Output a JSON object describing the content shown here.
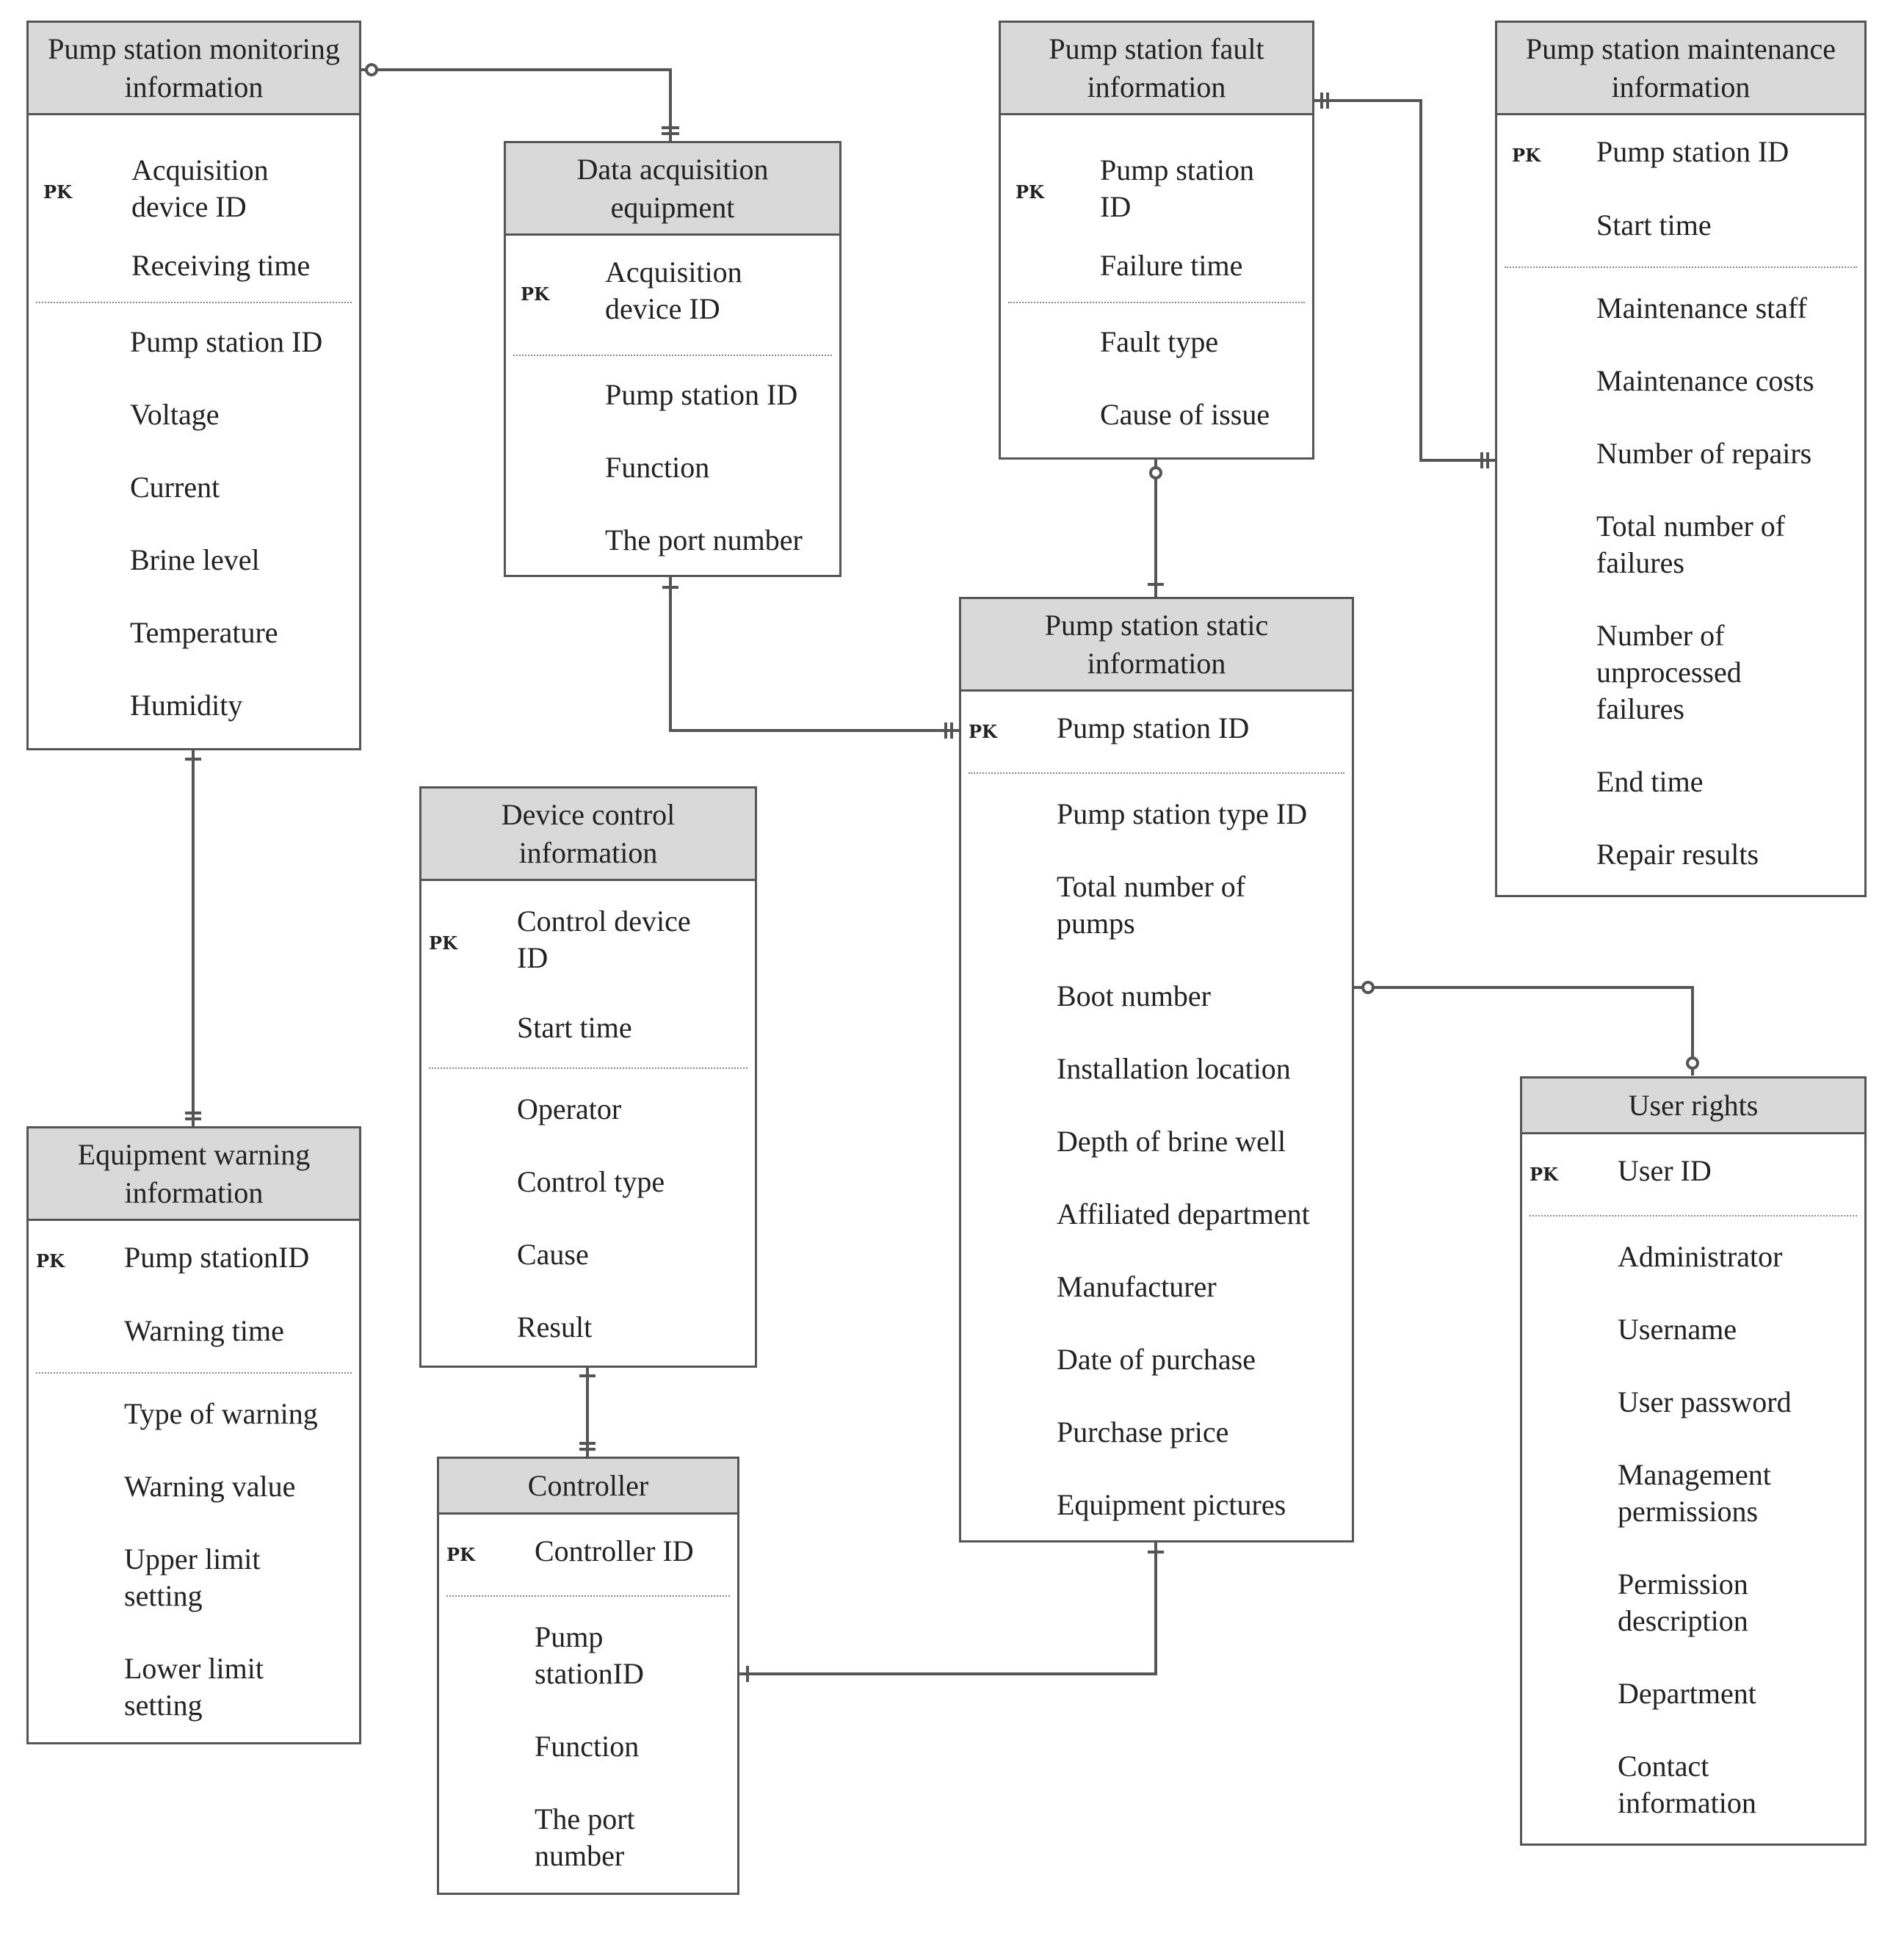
{
  "entities": {
    "monitoring": {
      "title": "Pump station monitoring\ninformation",
      "pk_label": "PK",
      "keys": [
        "Acquisition\ndevice ID",
        "Receiving time"
      ],
      "fields": [
        "Pump station ID",
        "Voltage",
        "Current",
        "Brine level",
        "Temperature",
        "Humidity"
      ]
    },
    "acquisition": {
      "title": "Data acquisition\nequipment",
      "pk_label": "PK",
      "keys": [
        "Acquisition\ndevice ID"
      ],
      "fields": [
        "Pump station ID",
        "Function",
        "The port number"
      ]
    },
    "fault": {
      "title": "Pump station fault\ninformation",
      "pk_label": "PK",
      "keys": [
        "Pump station\nID",
        "Failure time"
      ],
      "fields": [
        "Fault type",
        "Cause of issue"
      ]
    },
    "maintenance": {
      "title": "Pump station maintenance\ninformation",
      "pk_label": "PK",
      "keys": [
        "Pump station ID",
        "Start time"
      ],
      "fields": [
        "Maintenance staff",
        "Maintenance costs",
        "Number of repairs",
        "Total number of\nfailures",
        "Number of\nunprocessed\nfailures",
        "End time",
        "Repair results"
      ]
    },
    "static": {
      "title": "Pump station static\ninformation",
      "pk_label": "PK",
      "keys": [
        "Pump station ID"
      ],
      "fields": [
        "Pump station type ID",
        "Total number of\npumps",
        "Boot number",
        "Installation location",
        "Depth of brine well",
        "Affiliated department",
        "Manufacturer",
        "Date of purchase",
        "Purchase price",
        "Equipment pictures"
      ]
    },
    "control": {
      "title": "Device control\ninformation",
      "pk_label": "PK",
      "keys": [
        "Control device\nID",
        "Start time"
      ],
      "fields": [
        "Operator",
        "Control type",
        "Cause",
        "Result"
      ]
    },
    "warning": {
      "title": "Equipment warning\ninformation",
      "pk_label": "PK",
      "keys": [
        "Pump stationID",
        "Warning time"
      ],
      "fields": [
        "Type of warning",
        "Warning value",
        "Upper limit\nsetting",
        "Lower limit\nsetting"
      ]
    },
    "controller": {
      "title": "Controller",
      "pk_label": "PK",
      "keys": [
        "Controller ID"
      ],
      "fields": [
        "Pump\nstationID",
        "Function",
        "The port\nnumber"
      ]
    },
    "user": {
      "title": "User rights",
      "pk_label": "PK",
      "keys": [
        "User ID"
      ],
      "fields": [
        "Administrator",
        "Username",
        "User password",
        "Management\npermissions",
        "Permission\ndescription",
        "Department",
        "Contact\ninformation"
      ]
    }
  }
}
